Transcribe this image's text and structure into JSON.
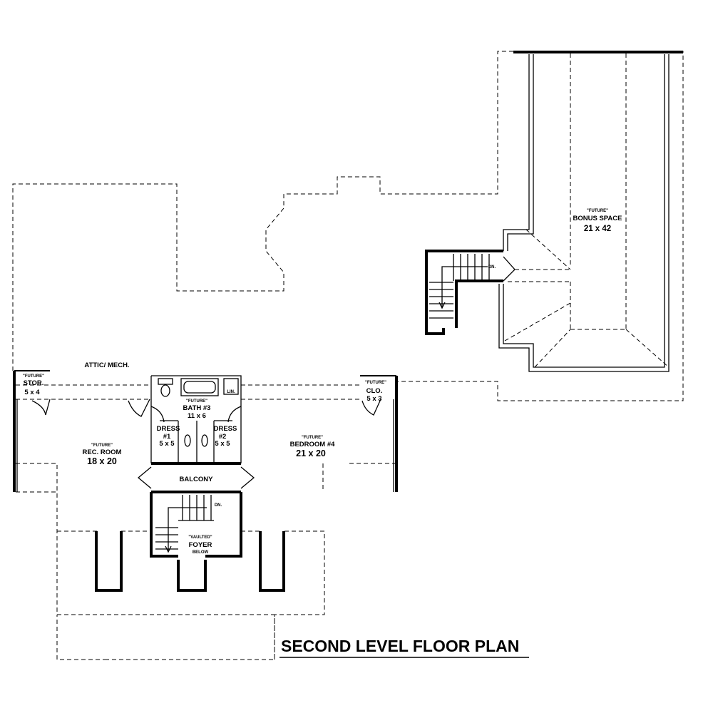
{
  "rooms": {
    "bonus_space": {
      "tag": "\"FUTURE\"",
      "name": "BONUS SPACE",
      "size": "21 x 42"
    },
    "attic": {
      "name": "ATTIC/ MECH."
    },
    "stor": {
      "tag": "\"FUTURE\"",
      "name": "STOR.",
      "size": "5 x 4"
    },
    "clo": {
      "tag": "\"FUTURE\"",
      "name": "CLO.",
      "size": "5 x 3"
    },
    "bath3": {
      "tag": "\"FUTURE\"",
      "name": "BATH #3",
      "size": "11 x 6",
      "lin": "LIN."
    },
    "dress1": {
      "name": "DRESS",
      "num": "#1",
      "size": "5 x 5"
    },
    "dress2": {
      "name": "DRESS",
      "num": "#2",
      "size": "5 x 5"
    },
    "rec_room": {
      "tag": "\"FUTURE\"",
      "name": "REC. ROOM",
      "size": "18 x 20"
    },
    "bedroom4": {
      "tag": "\"FUTURE\"",
      "name": "BEDROOM #4",
      "size": "21 x 20"
    },
    "balcony": {
      "name": "BALCONY"
    },
    "foyer": {
      "tag": "\"VAULTED\"",
      "name": "FOYER",
      "note": "BELOW"
    }
  },
  "stairs": {
    "down_label_1": "DN.",
    "down_label_2": "DN."
  },
  "title": "SECOND LEVEL FLOOR PLAN"
}
